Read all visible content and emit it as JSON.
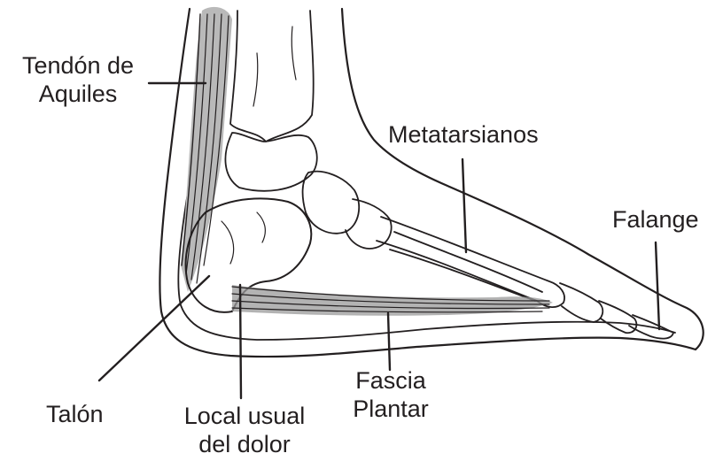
{
  "labels": {
    "achilles_line1": "Tendón de",
    "achilles_line2": "Aquiles",
    "metatarsals": "Metatarsianos",
    "phalanx": "Falange",
    "heel": "Talón",
    "pain_line1": "Local usual",
    "pain_line2": "del dolor",
    "fascia_line1": "Fascia",
    "fascia_line2": "Plantar"
  },
  "colors": {
    "ink": "#231f20",
    "tendon_shade": "#b9b9b9",
    "fascia_shade": "#9a9a9a",
    "background": "#ffffff"
  }
}
